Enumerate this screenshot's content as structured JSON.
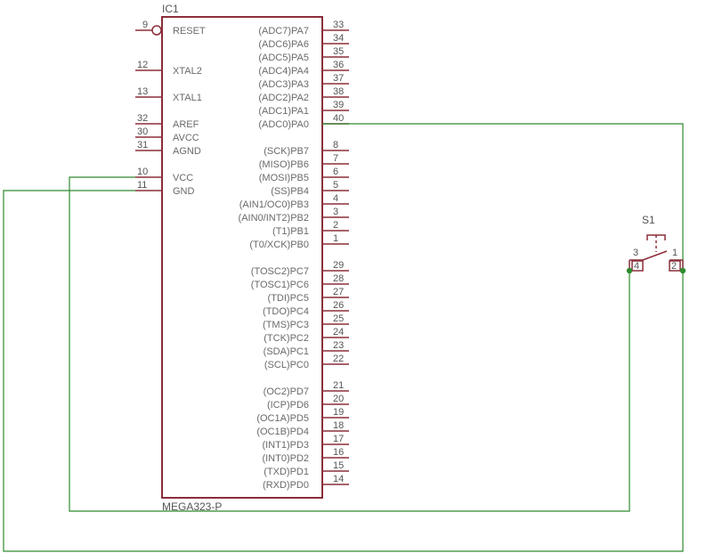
{
  "part": {
    "designator": "IC1",
    "value": "MEGA323-P"
  },
  "left_pins": [
    {
      "num": "9",
      "name": "RESET",
      "inverted": true
    },
    {
      "num": "12",
      "name": "XTAL2"
    },
    {
      "num": "13",
      "name": "XTAL1"
    },
    {
      "num": "32",
      "name": "AREF"
    },
    {
      "num": "30",
      "name": "AVCC"
    },
    {
      "num": "31",
      "name": "AGND"
    },
    {
      "num": "10",
      "name": "VCC"
    },
    {
      "num": "11",
      "name": "GND"
    }
  ],
  "right_pins": [
    {
      "num": "33",
      "name": "(ADC7)PA7"
    },
    {
      "num": "34",
      "name": "(ADC6)PA6"
    },
    {
      "num": "35",
      "name": "(ADC5)PA5"
    },
    {
      "num": "36",
      "name": "(ADC4)PA4"
    },
    {
      "num": "37",
      "name": "(ADC3)PA3"
    },
    {
      "num": "38",
      "name": "(ADC2)PA2"
    },
    {
      "num": "39",
      "name": "(ADC1)PA1"
    },
    {
      "num": "40",
      "name": "(ADC0)PA0"
    },
    {
      "num": "8",
      "name": "(SCK)PB7"
    },
    {
      "num": "7",
      "name": "(MISO)PB6"
    },
    {
      "num": "6",
      "name": "(MOSI)PB5"
    },
    {
      "num": "5",
      "name": "(SS)PB4"
    },
    {
      "num": "4",
      "name": "(AIN1/OC0)PB3"
    },
    {
      "num": "3",
      "name": "(AIN0/INT2)PB2"
    },
    {
      "num": "2",
      "name": "(T1)PB1"
    },
    {
      "num": "1",
      "name": "(T0/XCK)PB0"
    },
    {
      "num": "29",
      "name": "(TOSC2)PC7"
    },
    {
      "num": "28",
      "name": "(TOSC1)PC6"
    },
    {
      "num": "27",
      "name": "(TDI)PC5"
    },
    {
      "num": "26",
      "name": "(TDO)PC4"
    },
    {
      "num": "25",
      "name": "(TMS)PC3"
    },
    {
      "num": "24",
      "name": "(TCK)PC2"
    },
    {
      "num": "23",
      "name": "(SDA)PC1"
    },
    {
      "num": "22",
      "name": "(SCL)PC0"
    },
    {
      "num": "21",
      "name": "(OC2)PD7"
    },
    {
      "num": "20",
      "name": "(ICP)PD6"
    },
    {
      "num": "19",
      "name": "(OC1A)PD5"
    },
    {
      "num": "18",
      "name": "(OC1B)PD4"
    },
    {
      "num": "17",
      "name": "(INT1)PD3"
    },
    {
      "num": "16",
      "name": "(INT0)PD2"
    },
    {
      "num": "15",
      "name": "(TXD)PD1"
    },
    {
      "num": "14",
      "name": "(RXD)PD0"
    }
  ],
  "switch": {
    "designator": "S1",
    "pins": [
      "3",
      "1",
      "4",
      "2"
    ]
  },
  "colors": {
    "component": "#8b2e3a",
    "wire": "#2e8b2e",
    "text": "#6a6a6a"
  }
}
